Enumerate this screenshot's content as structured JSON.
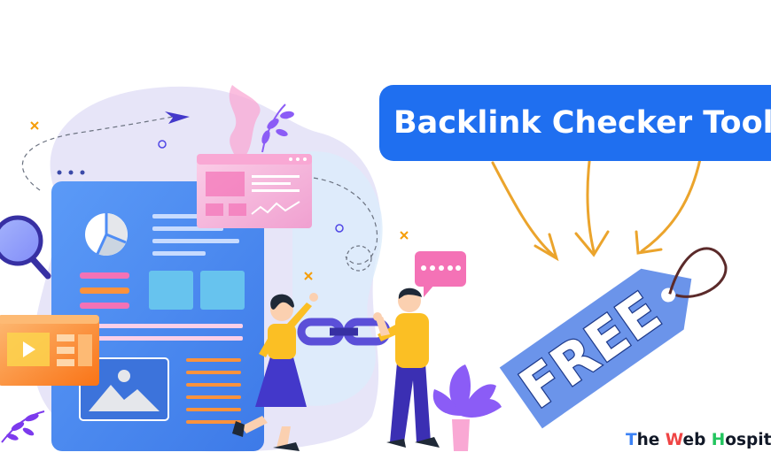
{
  "banner": {
    "title": "Backlink Checker Tools"
  },
  "tag": {
    "label": "FREE"
  },
  "brand": {
    "initial_t": "T",
    "rest_t": "he ",
    "initial_w": "W",
    "rest_w": "eb ",
    "initial_h": "H",
    "rest_h": "ospital"
  },
  "colors": {
    "banner_blue": "#1f6ff0",
    "tag_blue": "#6b94ea",
    "arrow_gold": "#eba42c",
    "panel_blue": "#4f8df5",
    "blob_lavender": "#e6e3f7",
    "person_yellow": "#fbbf24",
    "person_purple": "#4338ca",
    "chain_purple": "#5b4fd8",
    "pink_window": "#f5a9d0",
    "orange_window": "#fb9d4b",
    "bubble_pink": "#f57ab6",
    "plant_purple": "#8b5cf6"
  },
  "icons": [
    "magnifier-icon",
    "pie-chart-icon",
    "play-icon",
    "image-icon",
    "paper-plane-icon",
    "chat-bubble-icon",
    "chain-link-icon",
    "price-tag-icon"
  ]
}
